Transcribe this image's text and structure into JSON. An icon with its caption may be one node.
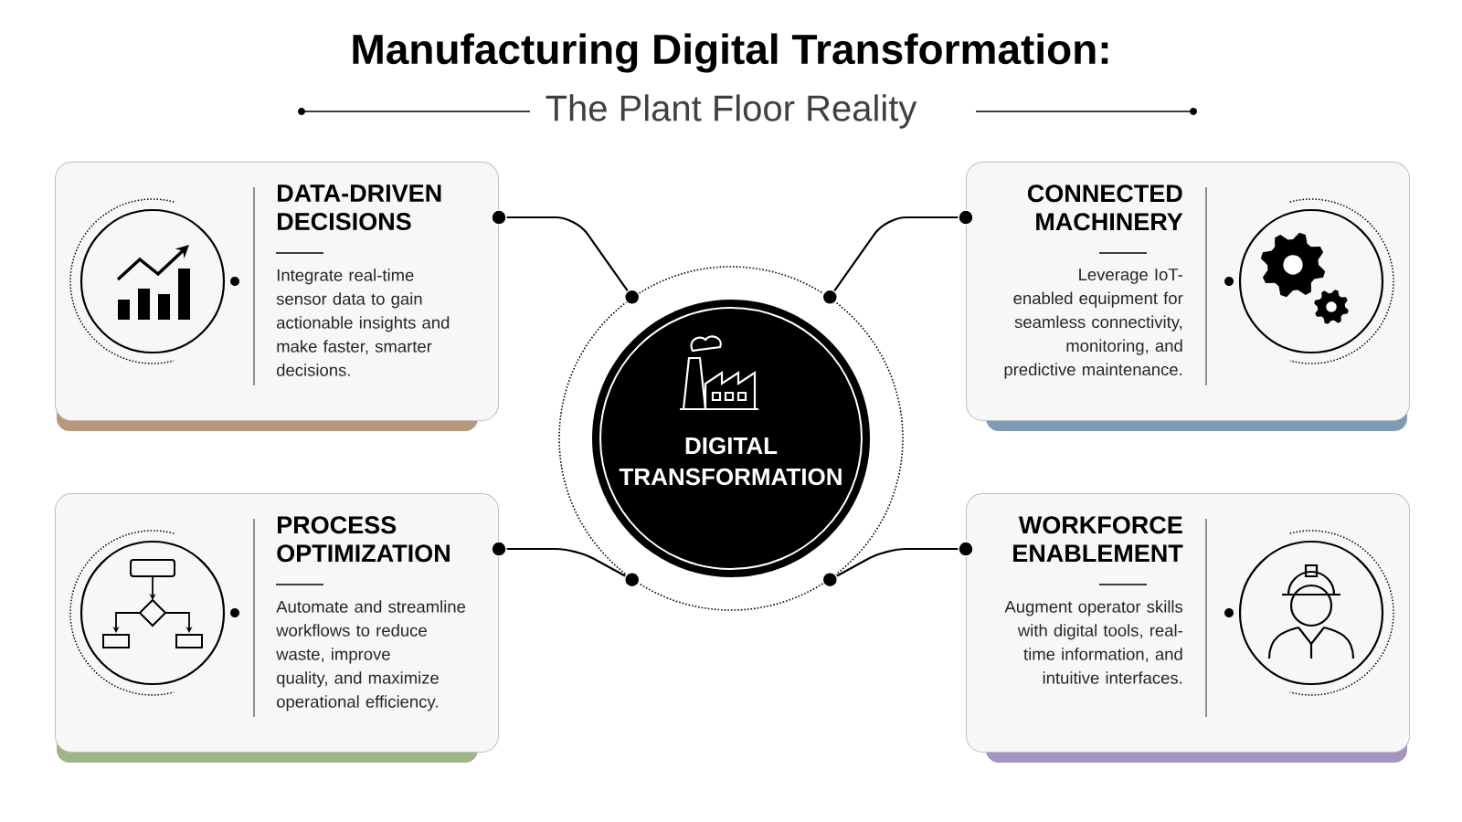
{
  "diagram": {
    "title": "Manufacturing Digital Transformation:",
    "nodes": [
      {
        "text": [
          "DIGITAL TRANSFORMATION"
        ]
      },
      {
        "text": [
          "DATA-DRIVEN DECISIONS",
          "Integrate real-time sensor data to gain actionable insights and make faster, smarter decisions."
        ]
      },
      {
        "text": [
          "CONNECTED MACHINERY",
          "Leverage IoT-enabled equipment for seamless connectivity, monitoring, and predictive maintenance."
        ]
      },
      {
        "text": [
          "PROCESS OPTIMIZATION",
          "Automate and streamline workflows to reduce waste, improve quality, and maximize operational efficiency."
        ]
      },
      {
        "text": [
          "WORKFORCE ENABLEMENT",
          "Augment operator skills with digital tools, real-time information, and intuitive interfaces."
        ]
      }
    ],
    "edges": [
      {
        "from": 0,
        "to": 1,
        "arrow": "other"
      },
      {
        "from": 0,
        "to": 2,
        "arrow": "other"
      },
      {
        "from": 0,
        "to": 3,
        "arrow": "other"
      },
      {
        "from": 0,
        "to": 4,
        "arrow": "other"
      }
    ],
    "labels": [
      "The Plant Floor Reality"
    ]
  }
}
